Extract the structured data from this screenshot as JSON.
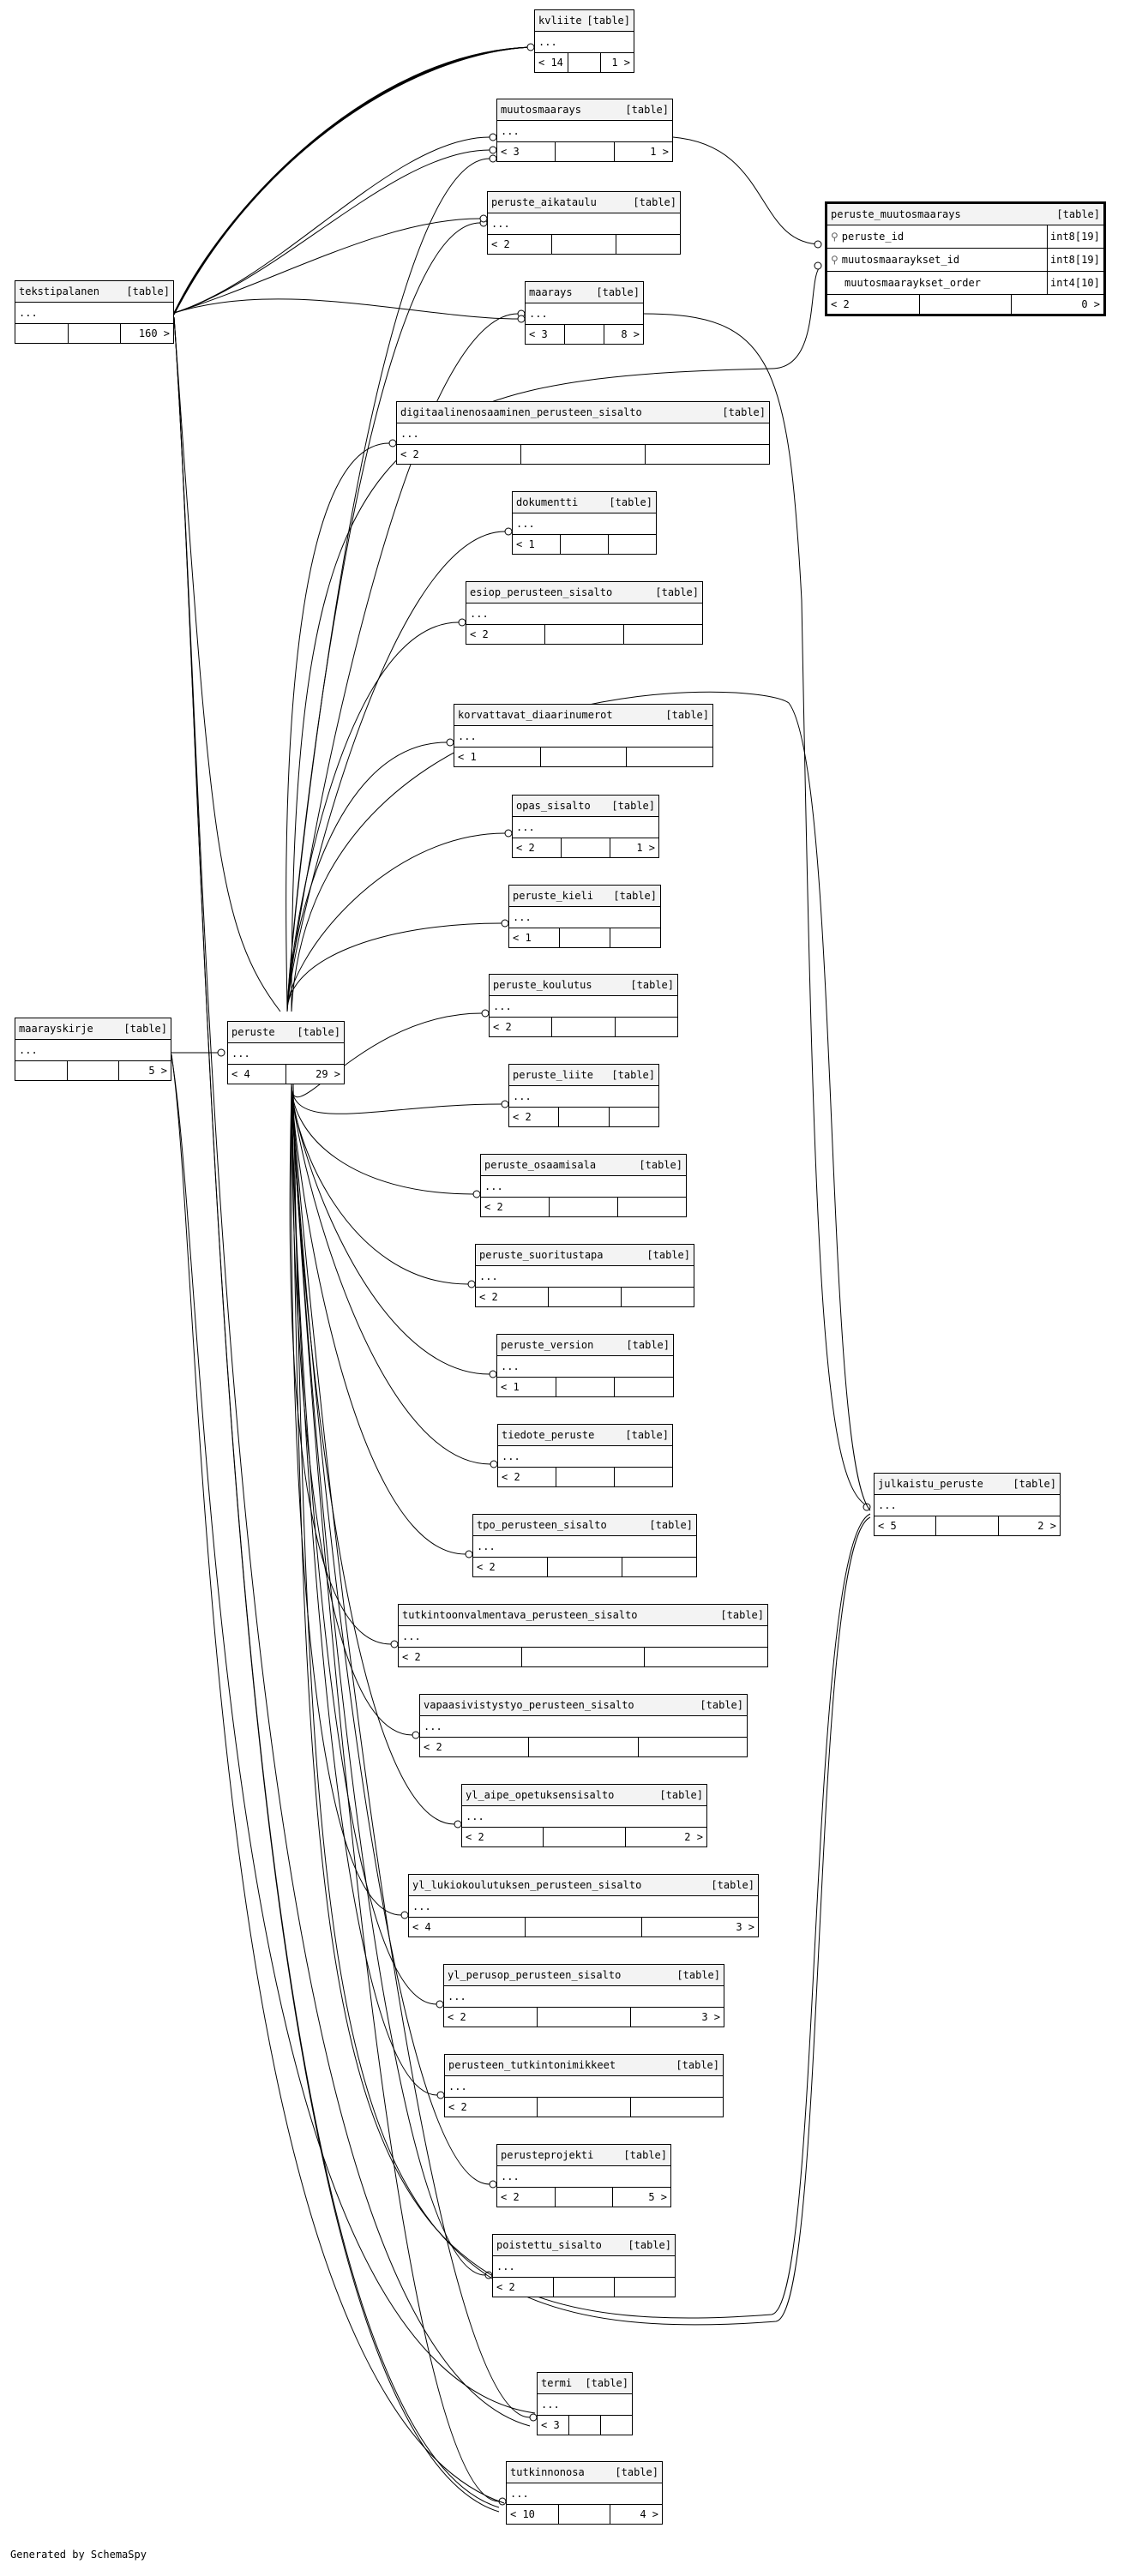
{
  "tables": [
    {
      "id": "kvliite",
      "name": "kvliite",
      "kind": "[table]",
      "body": "...",
      "parents": "14",
      "children": "1"
    },
    {
      "id": "muutosmaarays",
      "name": "muutosmaarays",
      "kind": "[table]",
      "body": "...",
      "parents": "3",
      "children": "1"
    },
    {
      "id": "peruste_aikataulu",
      "name": "peruste_aikataulu",
      "kind": "[table]",
      "body": "...",
      "parents": "2",
      "children": ""
    },
    {
      "id": "tekstipalanen",
      "name": "tekstipalanen",
      "kind": "[table]",
      "body": "...",
      "parents": "",
      "children": "160"
    },
    {
      "id": "maarays",
      "name": "maarays",
      "kind": "[table]",
      "body": "...",
      "parents": "3",
      "children": "8"
    },
    {
      "id": "digi",
      "name": "digitaalinenosaaminen_perusteen_sisalto",
      "kind": "[table]",
      "body": "...",
      "parents": "2",
      "children": ""
    },
    {
      "id": "dokumentti",
      "name": "dokumentti",
      "kind": "[table]",
      "body": "...",
      "parents": "1",
      "children": ""
    },
    {
      "id": "esiop",
      "name": "esiop_perusteen_sisalto",
      "kind": "[table]",
      "body": "...",
      "parents": "2",
      "children": ""
    },
    {
      "id": "korvattavat",
      "name": "korvattavat_diaarinumerot",
      "kind": "[table]",
      "body": "...",
      "parents": "1",
      "children": ""
    },
    {
      "id": "opas",
      "name": "opas_sisalto",
      "kind": "[table]",
      "body": "...",
      "parents": "2",
      "children": "1"
    },
    {
      "id": "kieli",
      "name": "peruste_kieli",
      "kind": "[table]",
      "body": "...",
      "parents": "1",
      "children": ""
    },
    {
      "id": "koulutus",
      "name": "peruste_koulutus",
      "kind": "[table]",
      "body": "...",
      "parents": "2",
      "children": ""
    },
    {
      "id": "liite",
      "name": "peruste_liite",
      "kind": "[table]",
      "body": "...",
      "parents": "2",
      "children": ""
    },
    {
      "id": "osaamisala",
      "name": "peruste_osaamisala",
      "kind": "[table]",
      "body": "...",
      "parents": "2",
      "children": ""
    },
    {
      "id": "suoritustapa",
      "name": "peruste_suoritustapa",
      "kind": "[table]",
      "body": "...",
      "parents": "2",
      "children": ""
    },
    {
      "id": "version",
      "name": "peruste_version",
      "kind": "[table]",
      "body": "...",
      "parents": "1",
      "children": ""
    },
    {
      "id": "tiedote",
      "name": "tiedote_peruste",
      "kind": "[table]",
      "body": "...",
      "parents": "2",
      "children": ""
    },
    {
      "id": "tpo",
      "name": "tpo_perusteen_sisalto",
      "kind": "[table]",
      "body": "...",
      "parents": "2",
      "children": ""
    },
    {
      "id": "tuva",
      "name": "tutkintoonvalmentava_perusteen_sisalto",
      "kind": "[table]",
      "body": "...",
      "parents": "2",
      "children": ""
    },
    {
      "id": "vst",
      "name": "vapaasivistystyo_perusteen_sisalto",
      "kind": "[table]",
      "body": "...",
      "parents": "2",
      "children": ""
    },
    {
      "id": "aipe",
      "name": "yl_aipe_opetuksensisalto",
      "kind": "[table]",
      "body": "...",
      "parents": "2",
      "children": "2"
    },
    {
      "id": "lukio",
      "name": "yl_lukiokoulutuksen_perusteen_sisalto",
      "kind": "[table]",
      "body": "...",
      "parents": "4",
      "children": "3"
    },
    {
      "id": "perusop",
      "name": "yl_perusop_perusteen_sisalto",
      "kind": "[table]",
      "body": "...",
      "parents": "2",
      "children": "3"
    },
    {
      "id": "tnimikkeet",
      "name": "perusteen_tutkintonimikkeet",
      "kind": "[table]",
      "body": "...",
      "parents": "2",
      "children": ""
    },
    {
      "id": "perusteprojekti",
      "name": "perusteprojekti",
      "kind": "[table]",
      "body": "...",
      "parents": "2",
      "children": "5"
    },
    {
      "id": "poistettu",
      "name": "poistettu_sisalto",
      "kind": "[table]",
      "body": "...",
      "parents": "2",
      "children": ""
    },
    {
      "id": "termi",
      "name": "termi",
      "kind": "[table]",
      "body": "...",
      "parents": "3",
      "children": ""
    },
    {
      "id": "tutkinnonosa",
      "name": "tutkinnonosa",
      "kind": "[table]",
      "body": "...",
      "parents": "10",
      "children": "4"
    },
    {
      "id": "maarayskirje",
      "name": "maarayskirje",
      "kind": "[table]",
      "body": "...",
      "parents": "",
      "children": "5"
    },
    {
      "id": "peruste",
      "name": "peruste",
      "kind": "[table]",
      "body": "...",
      "parents": "4",
      "children": "29"
    },
    {
      "id": "julkaistu",
      "name": "julkaistu_peruste",
      "kind": "[table]",
      "body": "...",
      "parents": "5",
      "children": "2"
    }
  ],
  "focus_table": {
    "name": "peruste_muutosmaarays",
    "kind": "[table]",
    "columns": [
      {
        "name": "peruste_id",
        "type": "int8[19]",
        "key": true
      },
      {
        "name": "muutosmaaraykset_id",
        "type": "int8[19]",
        "key": true
      },
      {
        "name": "muutosmaaraykset_order",
        "type": "int4[10]",
        "key": false
      }
    ],
    "parents": "2",
    "children": "0"
  },
  "footer": {
    "generated": "Generated by SchemaSpy"
  }
}
